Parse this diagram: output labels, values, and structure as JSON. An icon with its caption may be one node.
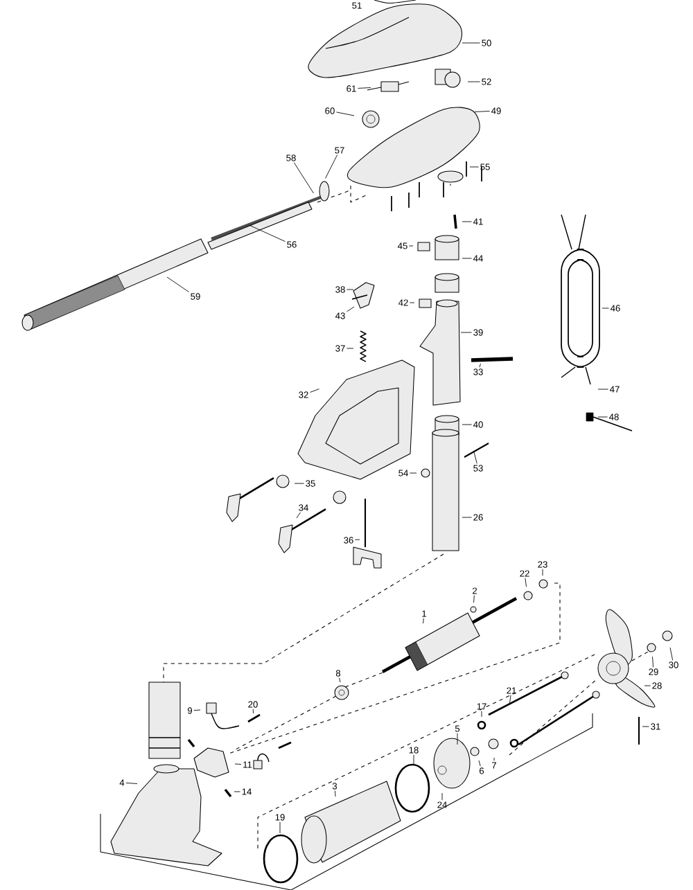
{
  "diagram": {
    "nodes": [
      {
        "text": [
          "51"
        ]
      },
      {
        "text": [
          "50"
        ]
      },
      {
        "text": [
          "52"
        ]
      },
      {
        "text": [
          "61"
        ]
      },
      {
        "text": [
          "60"
        ]
      },
      {
        "text": [
          "49"
        ]
      },
      {
        "text": [
          "57"
        ]
      },
      {
        "text": [
          "58"
        ]
      },
      {
        "text": [
          "55"
        ]
      },
      {
        "text": [
          "41"
        ]
      },
      {
        "text": [
          "56"
        ]
      },
      {
        "text": [
          "45"
        ]
      },
      {
        "text": [
          "44"
        ]
      },
      {
        "text": [
          "38"
        ]
      },
      {
        "text": [
          "59"
        ]
      },
      {
        "text": [
          "42"
        ]
      },
      {
        "text": [
          "46"
        ]
      },
      {
        "text": [
          "43"
        ]
      },
      {
        "text": [
          "39"
        ]
      },
      {
        "text": [
          "37"
        ]
      },
      {
        "text": [
          "33"
        ]
      },
      {
        "text": [
          "47"
        ]
      },
      {
        "text": [
          "32"
        ]
      },
      {
        "text": [
          "48"
        ]
      },
      {
        "text": [
          "40"
        ]
      },
      {
        "text": [
          "53"
        ]
      },
      {
        "text": [
          "54"
        ]
      },
      {
        "text": [
          "35"
        ]
      },
      {
        "text": [
          "34"
        ]
      },
      {
        "text": [
          "26"
        ]
      },
      {
        "text": [
          "36"
        ]
      },
      {
        "text": [
          "23"
        ]
      },
      {
        "text": [
          "22"
        ]
      },
      {
        "text": [
          "2"
        ]
      },
      {
        "text": [
          "1"
        ]
      },
      {
        "text": [
          "30"
        ]
      },
      {
        "text": [
          "29"
        ]
      },
      {
        "text": [
          "8"
        ]
      },
      {
        "text": [
          "28"
        ]
      },
      {
        "text": [
          "21"
        ]
      },
      {
        "text": [
          "20"
        ]
      },
      {
        "text": [
          "17"
        ]
      },
      {
        "text": [
          "9"
        ]
      },
      {
        "text": [
          "31"
        ]
      },
      {
        "text": [
          "5"
        ]
      },
      {
        "text": [
          "18"
        ]
      },
      {
        "text": [
          "11"
        ]
      },
      {
        "text": [
          "6"
        ]
      },
      {
        "text": [
          "7"
        ]
      },
      {
        "text": [
          "4"
        ]
      },
      {
        "text": [
          "3"
        ]
      },
      {
        "text": [
          "14"
        ]
      },
      {
        "text": [
          "24"
        ]
      },
      {
        "text": [
          "19"
        ]
      }
    ],
    "edges": [
      {
        "from": 1,
        "to": null,
        "arrow": "none"
      },
      {
        "from": 2,
        "to": null,
        "arrow": "none"
      },
      {
        "from": 3,
        "to": null,
        "arrow": "none"
      },
      {
        "from": 4,
        "to": null,
        "arrow": "none"
      },
      {
        "from": 5,
        "to": null,
        "arrow": "none"
      },
      {
        "from": 6,
        "to": null,
        "arrow": "none"
      },
      {
        "from": 7,
        "to": null,
        "arrow": "none"
      },
      {
        "from": 8,
        "to": null,
        "arrow": "none"
      },
      {
        "from": 9,
        "to": null,
        "arrow": "none"
      },
      {
        "from": 10,
        "to": null,
        "arrow": "none"
      },
      {
        "from": 11,
        "to": null,
        "arrow": "none"
      },
      {
        "from": 12,
        "to": null,
        "arrow": "none"
      },
      {
        "from": 13,
        "to": null,
        "arrow": "none"
      },
      {
        "from": 14,
        "to": null,
        "arrow": "none"
      },
      {
        "from": 15,
        "to": null,
        "arrow": "none"
      },
      {
        "from": 16,
        "to": null,
        "arrow": "none"
      },
      {
        "from": 17,
        "to": null,
        "arrow": "none"
      },
      {
        "from": 18,
        "to": null,
        "arrow": "none"
      },
      {
        "from": 19,
        "to": null,
        "arrow": "none"
      },
      {
        "from": 20,
        "to": null,
        "arrow": "none"
      },
      {
        "from": 21,
        "to": null,
        "arrow": "none"
      },
      {
        "from": 22,
        "to": null,
        "arrow": "none"
      },
      {
        "from": 23,
        "to": null,
        "arrow": "none"
      },
      {
        "from": 24,
        "to": null,
        "arrow": "none"
      },
      {
        "from": 25,
        "to": null,
        "arrow": "none"
      },
      {
        "from": 26,
        "to": null,
        "arrow": "none"
      },
      {
        "from": 27,
        "to": null,
        "arrow": "none"
      },
      {
        "from": 28,
        "to": null,
        "arrow": "none"
      },
      {
        "from": 29,
        "to": null,
        "arrow": "none"
      },
      {
        "from": 30,
        "to": null,
        "arrow": "none"
      },
      {
        "from": 31,
        "to": null,
        "arrow": "none"
      },
      {
        "from": 32,
        "to": null,
        "arrow": "none"
      },
      {
        "from": 33,
        "to": null,
        "arrow": "none"
      },
      {
        "from": 34,
        "to": null,
        "arrow": "none"
      },
      {
        "from": 35,
        "to": null,
        "arrow": "none"
      },
      {
        "from": 36,
        "to": null,
        "arrow": "none"
      },
      {
        "from": 37,
        "to": null,
        "arrow": "none"
      },
      {
        "from": 38,
        "to": null,
        "arrow": "none"
      },
      {
        "from": 39,
        "to": null,
        "arrow": "none"
      },
      {
        "from": 40,
        "to": null,
        "arrow": "none"
      },
      {
        "from": 41,
        "to": null,
        "arrow": "none"
      },
      {
        "from": 42,
        "to": null,
        "arrow": "none"
      },
      {
        "from": 43,
        "to": null,
        "arrow": "none"
      },
      {
        "from": 44,
        "to": null,
        "arrow": "none"
      },
      {
        "from": 45,
        "to": null,
        "arrow": "none"
      },
      {
        "from": 46,
        "to": null,
        "arrow": "none"
      },
      {
        "from": 47,
        "to": null,
        "arrow": "none"
      },
      {
        "from": 48,
        "to": null,
        "arrow": "none"
      },
      {
        "from": 49,
        "to": null,
        "arrow": "none"
      },
      {
        "from": 50,
        "to": null,
        "arrow": "none"
      },
      {
        "from": 51,
        "to": null,
        "arrow": "none"
      },
      {
        "from": 52,
        "to": null,
        "arrow": "none"
      },
      {
        "from": 53,
        "to": null,
        "arrow": "none"
      }
    ]
  }
}
